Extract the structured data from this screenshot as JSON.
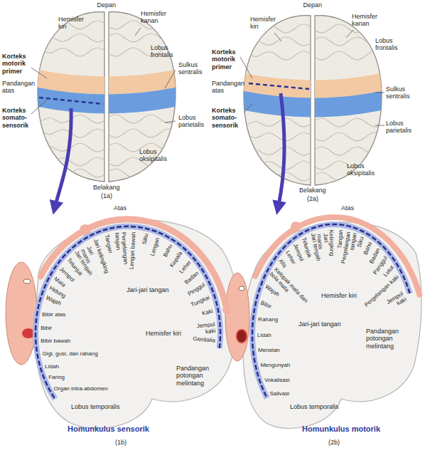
{
  "diagram": {
    "labels": [
      "Depan",
      "Hemisfer kiri",
      "Hemisfer kanan",
      "Lobus frontalis",
      "Korteks motorik primer",
      "Sulkus sentralis",
      "Pandangan atas",
      "Korteks somato-sensorik",
      "Lobus parietalis",
      "Lobus oksipitalis",
      "Belakang",
      "(1a)",
      "Depan",
      "Hemisfer kiri",
      "Hemisfer kanan",
      "Korteks motorik primer",
      "Lobus frontalis",
      "Pandangan atas",
      "Sulkus sentralis",
      "Korteks somato-sensorik",
      "Lobus parietalis",
      "Lobus oksipitalis",
      "Belakang",
      "(2a)",
      "Atas",
      "Genitalia",
      "Jempol kaki",
      "Kaki",
      "Tungkai",
      "Pinggul",
      "Badan",
      "Leher",
      "Kepala",
      "Bahu",
      "Lengan",
      "Siku",
      "Lengan bawah",
      "Pergelangan tangan",
      "Tangan",
      "Jari kelingking",
      "Jari manis",
      "Jari tengah",
      "Telunjuk",
      "Jempol",
      "Mata",
      "Hidung",
      "Wajah",
      "Bibir atas",
      "Bibir",
      "Bibir bawah",
      "Gigi, gusi, dan rahang",
      "Lidah",
      "Faring",
      "Organ intra-abdomen",
      "Jari-jari tangan",
      "Hemisfer kiri",
      "Pandangan potongan melintang",
      "Lobus temporalis",
      "Homunkulus sensorik",
      "(1b)",
      "Atas",
      "Jempol kaki",
      "Pergelangan kaki",
      "Lutut",
      "Panggul",
      "Badan",
      "Bahu",
      "Siku",
      "Pergelangan tangan",
      "Tangan",
      "Kelingking",
      "Jari manis",
      "Jari tengah",
      "Telunjuk",
      "Jempol",
      "Leher",
      "Alis",
      "Kelopak mata dan bola mata",
      "Wajah",
      "Bibir",
      "Rahang",
      "Lidah",
      "Menelan",
      "Mengunyah",
      "Vokalisasi",
      "Salivasi",
      "Jari-jari tangan",
      "Hemisfer kiri",
      "Pandangan potongan melintang",
      "Lobus temporalis",
      "Homunkulus motorik",
      "(2b)"
    ]
  }
}
